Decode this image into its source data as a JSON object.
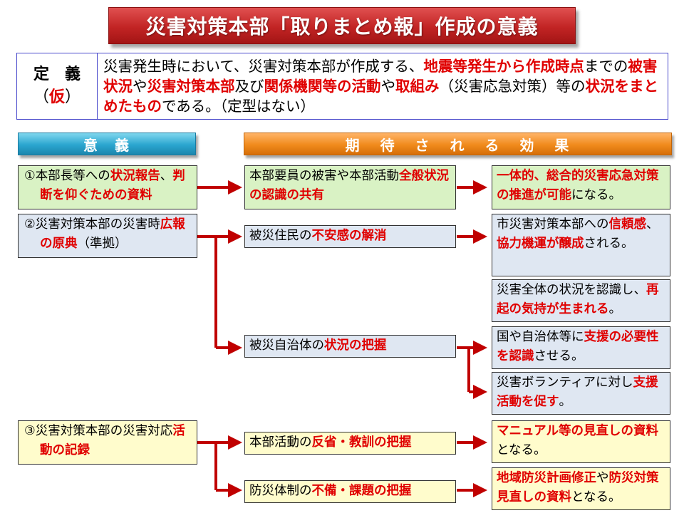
{
  "title": "災害対策本部「取りまとめ報」作成の意義",
  "definition": {
    "label_main": "定　義",
    "label_sub_open": "（",
    "label_sub_red": "仮",
    "label_sub_close": "）",
    "t1": "災害発生時において、災害対策本部が作成する、",
    "t2": "地震等発生から作成時点",
    "t3": "までの",
    "t4": "被害状況",
    "t5": "や",
    "t6": "災害対策本部",
    "t7": "及び",
    "t8": "関係機関等の活動",
    "t9": "や",
    "t10": "取組み",
    "t11": "（災害応急対策）等の",
    "t12": "状況をまとめたもの",
    "t13": "である。（定型はない）"
  },
  "banners": {
    "significance": "意　義",
    "effects": "期 待 さ れ る 効 果"
  },
  "significance": [
    {
      "p1": "①本部長等への",
      "r1": "状況報告",
      "p2": "、",
      "r2": "判断を仰ぐための資料",
      "p3": ""
    },
    {
      "p1": "②災害対策本部の災害時",
      "r1": "広報の原典",
      "p2": "（準拠）",
      "r2": "",
      "p3": ""
    },
    {
      "p1": "③災害対策本部の災害対応",
      "r1": "活動の記録",
      "p2": "",
      "r2": "",
      "p3": ""
    }
  ],
  "middle": [
    {
      "p1": "本部要員の被害や本部活動",
      "r1": "全般状況の認識の共有",
      "p2": ""
    },
    {
      "p1": "被災住民の",
      "r1": "不安感の解消",
      "p2": ""
    },
    {
      "p1": "被災自治体の",
      "r1": "状況の把握",
      "p2": ""
    },
    {
      "p1": "本部活動の",
      "r1": "反省・教訓の把握",
      "p2": ""
    },
    {
      "p1": "防災体制の",
      "r1": "不備・課題の把握",
      "p2": ""
    }
  ],
  "effects": [
    {
      "p1": "",
      "r1": "一体的、総合的災害応急対策の推進が可能",
      "p2": "になる。",
      "r2": "",
      "p3": ""
    },
    {
      "p1": "市災害対策本部への",
      "r1": "信頼感",
      "p2": "、",
      "r2": "協力機運が醸成",
      "p3": "される。"
    },
    {
      "p1": "災害全体の状況を認識し、",
      "r1": "再起の気持が生まれる",
      "p2": "。",
      "r2": "",
      "p3": ""
    },
    {
      "p1": "国や自治体等に",
      "r1": "支援の必要性を認識",
      "p2": "させる。",
      "r2": "",
      "p3": ""
    },
    {
      "p1": "災害ボランティアに対し",
      "r1": "支援活動を促す",
      "p2": "。",
      "r2": "",
      "p3": ""
    },
    {
      "p1": "",
      "r1": "マニュアル等の見直しの資料",
      "p2": "となる。",
      "r2": "",
      "p3": ""
    },
    {
      "p1": "",
      "r1": "地域防災計画修正",
      "p2": "や",
      "r2": "防災対策見直しの資料",
      "p3": "となる。"
    }
  ],
  "colors": {
    "title_red": "#c22424",
    "emphasis_red": "#e00000",
    "arrow_red": "#c00000",
    "banner_blue": "#2aa5cf",
    "banner_orange": "#f08a1c",
    "fill_green": "#d9f2c4",
    "fill_blue": "#dfe7f2",
    "fill_yellow": "#fffccc"
  }
}
